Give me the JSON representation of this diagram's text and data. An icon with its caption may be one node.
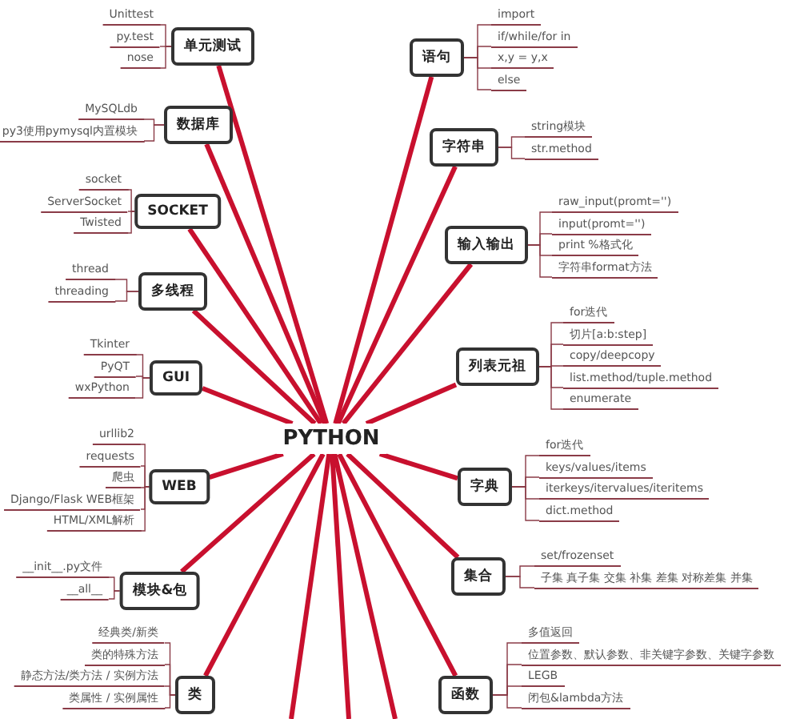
{
  "diagram": {
    "nodes": [
      {
        "text": [
          "PYTHON"
        ]
      },
      {
        "text": [
          "单元测试"
        ]
      },
      {
        "text": [
          "Unittest"
        ]
      },
      {
        "text": [
          "py.test"
        ]
      },
      {
        "text": [
          "nose"
        ]
      },
      {
        "text": [
          "数据库"
        ]
      },
      {
        "text": [
          "MySQLdb"
        ]
      },
      {
        "text": [
          "py3使用pymysql内置模块"
        ]
      },
      {
        "text": [
          "SOCKET"
        ]
      },
      {
        "text": [
          "socket"
        ]
      },
      {
        "text": [
          "ServerSocket"
        ]
      },
      {
        "text": [
          "Twisted"
        ]
      },
      {
        "text": [
          "多线程"
        ]
      },
      {
        "text": [
          "thread"
        ]
      },
      {
        "text": [
          "threading"
        ]
      },
      {
        "text": [
          "GUI"
        ]
      },
      {
        "text": [
          "Tkinter"
        ]
      },
      {
        "text": [
          "PyQT"
        ]
      },
      {
        "text": [
          "wxPython"
        ]
      },
      {
        "text": [
          "WEB"
        ]
      },
      {
        "text": [
          "urllib2"
        ]
      },
      {
        "text": [
          "requests"
        ]
      },
      {
        "text": [
          "爬虫"
        ]
      },
      {
        "text": [
          "Django/Flask WEB框架"
        ]
      },
      {
        "text": [
          "HTML/XML解析"
        ]
      },
      {
        "text": [
          "模块&包"
        ]
      },
      {
        "text": [
          "__init__.py文件"
        ]
      },
      {
        "text": [
          "__all__"
        ]
      },
      {
        "text": [
          "类"
        ]
      },
      {
        "text": [
          "经典类/新类"
        ]
      },
      {
        "text": [
          "类的特殊方法"
        ]
      },
      {
        "text": [
          "静态方法/类方法 / 实例方法"
        ]
      },
      {
        "text": [
          "类属性 / 实例属性"
        ]
      },
      {
        "text": [
          "语句"
        ]
      },
      {
        "text": [
          "import"
        ]
      },
      {
        "text": [
          "if/while/for in"
        ]
      },
      {
        "text": [
          "x,y = y,x"
        ]
      },
      {
        "text": [
          "else"
        ]
      },
      {
        "text": [
          "字符串"
        ]
      },
      {
        "text": [
          "string模块"
        ]
      },
      {
        "text": [
          "str.method"
        ]
      },
      {
        "text": [
          "输入输出"
        ]
      },
      {
        "text": [
          "raw_input(promt='')"
        ]
      },
      {
        "text": [
          "input(promt='')"
        ]
      },
      {
        "text": [
          "print %格式化"
        ]
      },
      {
        "text": [
          "字符串format方法"
        ]
      },
      {
        "text": [
          "列表元祖"
        ]
      },
      {
        "text": [
          "for迭代"
        ]
      },
      {
        "text": [
          "切片[a:b:step]"
        ]
      },
      {
        "text": [
          "copy/deepcopy"
        ]
      },
      {
        "text": [
          "list.method/tuple.method"
        ]
      },
      {
        "text": [
          "enumerate"
        ]
      },
      {
        "text": [
          "字典"
        ]
      },
      {
        "text": [
          "for迭代"
        ]
      },
      {
        "text": [
          "keys/values/items"
        ]
      },
      {
        "text": [
          "iterkeys/itervalues/iteritems"
        ]
      },
      {
        "text": [
          "dict.method"
        ]
      },
      {
        "text": [
          "集合"
        ]
      },
      {
        "text": [
          "set/frozenset"
        ]
      },
      {
        "text": [
          "子集 真子集 交集 补集 差集 对称差集 并集"
        ]
      },
      {
        "text": [
          "函数"
        ]
      },
      {
        "text": [
          "多值返回"
        ]
      },
      {
        "text": [
          "位置参数、默认参数、非关键字参数、关键字参数"
        ]
      },
      {
        "text": [
          "LEGB"
        ]
      },
      {
        "text": [
          "闭包&lambda方法"
        ]
      }
    ],
    "edges": [
      {
        "from": 0,
        "to": 1,
        "arrow": "none",
        "style": "thick",
        "color": "#c8102e"
      },
      {
        "from": 0,
        "to": 5,
        "arrow": "none",
        "style": "thick",
        "color": "#c8102e"
      },
      {
        "from": 0,
        "to": 8,
        "arrow": "none",
        "style": "thick",
        "color": "#c8102e"
      },
      {
        "from": 0,
        "to": 12,
        "arrow": "none",
        "style": "thick",
        "color": "#c8102e"
      },
      {
        "from": 0,
        "to": 15,
        "arrow": "none",
        "style": "thick",
        "color": "#c8102e"
      },
      {
        "from": 0,
        "to": 19,
        "arrow": "none",
        "style": "thick",
        "color": "#c8102e"
      },
      {
        "from": 0,
        "to": 25,
        "arrow": "none",
        "style": "thick",
        "color": "#c8102e"
      },
      {
        "from": 0,
        "to": 28,
        "arrow": "none",
        "style": "thick",
        "color": "#c8102e"
      },
      {
        "from": 0,
        "to": 33,
        "arrow": "none",
        "style": "thick",
        "color": "#c8102e"
      },
      {
        "from": 0,
        "to": 38,
        "arrow": "none",
        "style": "thick",
        "color": "#c8102e"
      },
      {
        "from": 0,
        "to": 41,
        "arrow": "none",
        "style": "thick",
        "color": "#c8102e"
      },
      {
        "from": 0,
        "to": 46,
        "arrow": "none",
        "style": "thick",
        "color": "#c8102e"
      },
      {
        "from": 0,
        "to": 52,
        "arrow": "none",
        "style": "thick",
        "color": "#c8102e"
      },
      {
        "from": 0,
        "to": 57,
        "arrow": "none",
        "style": "thick",
        "color": "#c8102e"
      },
      {
        "from": 0,
        "to": 60,
        "arrow": "none",
        "style": "thick",
        "color": "#c8102e"
      },
      {
        "from": 0,
        "to": null,
        "arrow": "none",
        "style": "thick",
        "color": "#c8102e"
      },
      {
        "from": 0,
        "to": null,
        "arrow": "none",
        "style": "thick",
        "color": "#c8102e"
      },
      {
        "from": 0,
        "to": null,
        "arrow": "none",
        "style": "thick",
        "color": "#c8102e"
      },
      {
        "from": 1,
        "to": 2,
        "arrow": "none"
      },
      {
        "from": 1,
        "to": 3,
        "arrow": "none"
      },
      {
        "from": 1,
        "to": 4,
        "arrow": "none"
      },
      {
        "from": 5,
        "to": 6,
        "arrow": "none"
      },
      {
        "from": 5,
        "to": 7,
        "arrow": "none"
      },
      {
        "from": 8,
        "to": 9,
        "arrow": "none"
      },
      {
        "from": 8,
        "to": 10,
        "arrow": "none"
      },
      {
        "from": 8,
        "to": 11,
        "arrow": "none"
      },
      {
        "from": 12,
        "to": 13,
        "arrow": "none"
      },
      {
        "from": 12,
        "to": 14,
        "arrow": "none"
      },
      {
        "from": 15,
        "to": 16,
        "arrow": "none"
      },
      {
        "from": 15,
        "to": 17,
        "arrow": "none"
      },
      {
        "from": 15,
        "to": 18,
        "arrow": "none"
      },
      {
        "from": 19,
        "to": 20,
        "arrow": "none"
      },
      {
        "from": 19,
        "to": 21,
        "arrow": "none"
      },
      {
        "from": 19,
        "to": 22,
        "arrow": "none"
      },
      {
        "from": 19,
        "to": 23,
        "arrow": "none"
      },
      {
        "from": 19,
        "to": 24,
        "arrow": "none"
      },
      {
        "from": 25,
        "to": 26,
        "arrow": "none"
      },
      {
        "from": 25,
        "to": 27,
        "arrow": "none"
      },
      {
        "from": 28,
        "to": 29,
        "arrow": "none"
      },
      {
        "from": 28,
        "to": 30,
        "arrow": "none"
      },
      {
        "from": 28,
        "to": 31,
        "arrow": "none"
      },
      {
        "from": 28,
        "to": 32,
        "arrow": "none"
      },
      {
        "from": 33,
        "to": 34,
        "arrow": "none"
      },
      {
        "from": 33,
        "to": 35,
        "arrow": "none"
      },
      {
        "from": 33,
        "to": 36,
        "arrow": "none"
      },
      {
        "from": 33,
        "to": 37,
        "arrow": "none"
      },
      {
        "from": 38,
        "to": 39,
        "arrow": "none"
      },
      {
        "from": 38,
        "to": 40,
        "arrow": "none"
      },
      {
        "from": 41,
        "to": 42,
        "arrow": "none"
      },
      {
        "from": 41,
        "to": 43,
        "arrow": "none"
      },
      {
        "from": 41,
        "to": 44,
        "arrow": "none"
      },
      {
        "from": 41,
        "to": 45,
        "arrow": "none"
      },
      {
        "from": 46,
        "to": 47,
        "arrow": "none"
      },
      {
        "from": 46,
        "to": 48,
        "arrow": "none"
      },
      {
        "from": 46,
        "to": 49,
        "arrow": "none"
      },
      {
        "from": 46,
        "to": 50,
        "arrow": "none"
      },
      {
        "from": 46,
        "to": 51,
        "arrow": "none"
      },
      {
        "from": 52,
        "to": 53,
        "arrow": "none"
      },
      {
        "from": 52,
        "to": 54,
        "arrow": "none"
      },
      {
        "from": 52,
        "to": 55,
        "arrow": "none"
      },
      {
        "from": 52,
        "to": 56,
        "arrow": "none"
      },
      {
        "from": 57,
        "to": 58,
        "arrow": "none"
      },
      {
        "from": 57,
        "to": 59,
        "arrow": "none"
      },
      {
        "from": 60,
        "to": 61,
        "arrow": "none"
      },
      {
        "from": 60,
        "to": 62,
        "arrow": "none"
      },
      {
        "from": 60,
        "to": 63,
        "arrow": "none"
      },
      {
        "from": 60,
        "to": 64,
        "arrow": "none"
      }
    ]
  }
}
